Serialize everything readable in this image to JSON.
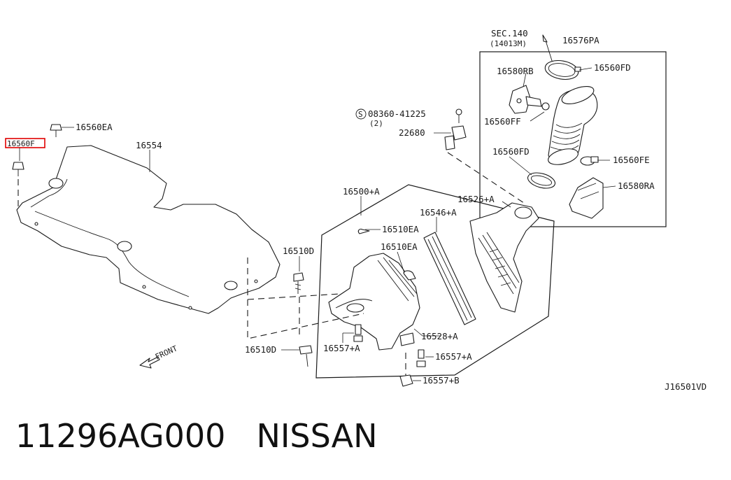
{
  "diagram": {
    "labels": {
      "sec_ref": "SEC.140",
      "sec_ref_sub": "(14013M)",
      "p16576PA": "16576PA",
      "p16580RB": "16580RB",
      "p16560FD_top": "16560FD",
      "p16560FF": "16560FF",
      "p16560FD_mid": "16560FD",
      "p16560FE": "16560FE",
      "p16580RA": "16580RA",
      "p08360": "08360-41225",
      "p08360_qty": "(2)",
      "p22680": "22680",
      "p16560EA": "16560EA",
      "p16560F": "16560F",
      "p16554": "16554",
      "p16500A": "16500+A",
      "p16526A": "16526+A",
      "p16546A": "16546+A",
      "p16510EA_1": "16510EA",
      "p16510EA_2": "16510EA",
      "p16510D_1": "16510D",
      "p16510D_2": "16510D",
      "p16528A": "16528+A",
      "p16557A_1": "16557+A",
      "p16557A_2": "16557+A",
      "p16557B": "16557+B",
      "front": "FRONT",
      "diagram_code": "J16501VD"
    },
    "highlight_color": "#e00000"
  },
  "footer": {
    "part_number": "11296AG000",
    "brand": "NISSAN"
  }
}
